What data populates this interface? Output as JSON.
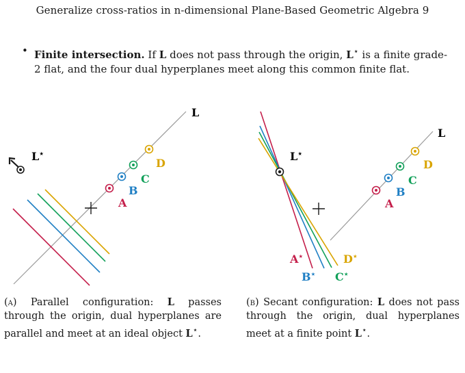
{
  "header": {
    "running_title": "Generalize cross-ratios in n-dimensional Plane-Based Geometric Algebra",
    "page_number": "9"
  },
  "bullet": {
    "marker": "•",
    "term": "Finite intersection.",
    "text_before_L": " If ",
    "L": "L",
    "text_mid": " does not pass through the origin, ",
    "Lstar": "L",
    "star": "⋆",
    "text_after": " is a finite grade-2 flat, and the four dual hyperplanes meet along this common finite flat."
  },
  "figure_a": {
    "L_label": "L",
    "Lstar_label": "L",
    "star": "⋆",
    "points": [
      {
        "label": "A",
        "color": "#c41e4a"
      },
      {
        "label": "B",
        "color": "#1f7fc4"
      },
      {
        "label": "C",
        "color": "#12a05a"
      },
      {
        "label": "D",
        "color": "#d9a400"
      }
    ],
    "caption": {
      "tag": "(a)",
      "text_before": " Parallel configuration: ",
      "L": "L",
      "text_after": " passes through the origin, dual hyperplanes are parallel and meet at an ideal object ",
      "Lstar": "L",
      "star": "⋆",
      "end": "."
    }
  },
  "figure_b": {
    "L_label": "L",
    "Lstar_label": "L",
    "star": "⋆",
    "points": [
      {
        "label": "A",
        "color": "#c41e4a"
      },
      {
        "label": "B",
        "color": "#1f7fc4"
      },
      {
        "label": "C",
        "color": "#12a05a"
      },
      {
        "label": "D",
        "color": "#d9a400"
      }
    ],
    "dual_labels": [
      {
        "label": "A",
        "color": "#c41e4a"
      },
      {
        "label": "B",
        "color": "#1f7fc4"
      },
      {
        "label": "C",
        "color": "#12a05a"
      },
      {
        "label": "D",
        "color": "#d9a400"
      }
    ],
    "caption": {
      "tag": "(b)",
      "text_before": " Secant configuration: ",
      "L": "L",
      "text_after": " does not pass through the origin, dual hyperplanes meet at a finite point ",
      "Lstar": "L",
      "star": "⋆",
      "end": "."
    }
  }
}
